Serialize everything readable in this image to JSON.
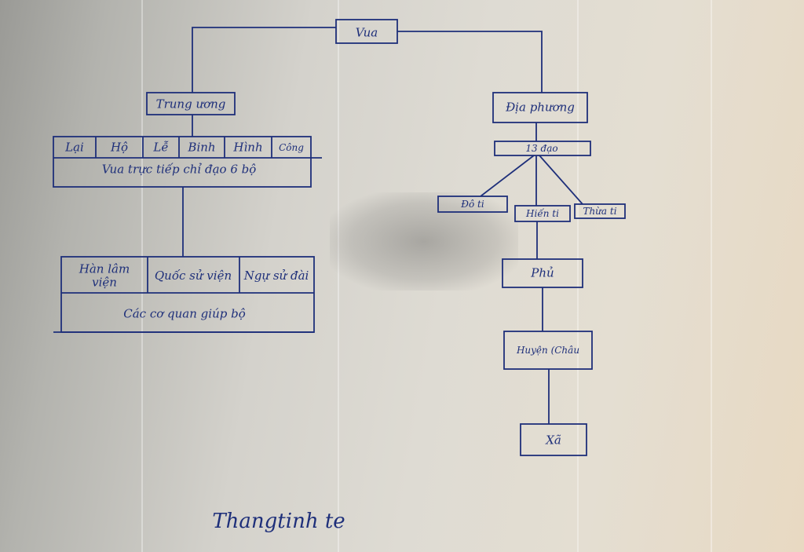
{
  "nodes": {
    "king": "Vua",
    "central": "Trung ương",
    "local": "Địa phương",
    "circuits": "13 đạo",
    "do_ti": "Đô ti",
    "hien_ti": "Hiến ti",
    "thua_ti": "Thừa ti",
    "phu": "Phủ",
    "huyen": "Huyện (Châu",
    "xa": "Xã"
  },
  "ministries": {
    "items": [
      "Lại",
      "Hộ",
      "Lễ",
      "Binh",
      "Hình",
      "Công"
    ],
    "caption": "Vua trực tiếp chỉ đạo 6 bộ"
  },
  "agencies": {
    "items": [
      "Hàn lâm viện",
      "Quốc sử viện",
      "Ngự sử đài"
    ],
    "caption": "Các cơ quan giúp bộ"
  },
  "signature": "Thangtinh te"
}
